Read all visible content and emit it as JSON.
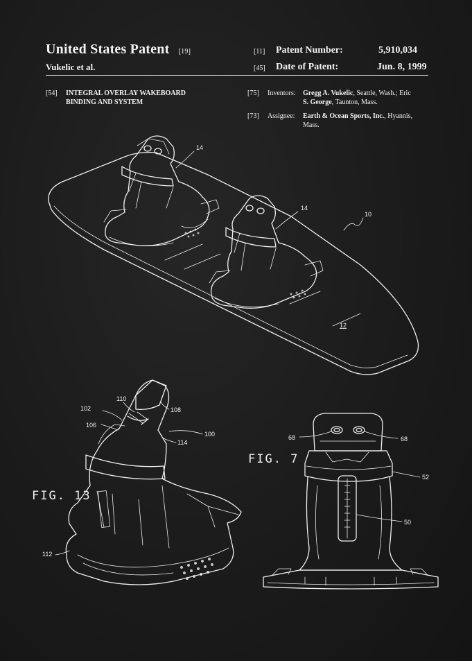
{
  "header": {
    "title": "United States Patent",
    "title_code": "[19]",
    "inventor_short": "Vukelic et al.",
    "patent_number_code": "[11]",
    "patent_number_label": "Patent Number:",
    "patent_number": "5,910,034",
    "date_code": "[45]",
    "date_label": "Date of Patent:",
    "date": "Jun. 8, 1999"
  },
  "meta": {
    "title_code": "[54]",
    "title_line1": "INTEGRAL OVERLAY WAKEBOARD",
    "title_line2": "BINDING AND SYSTEM",
    "inventors_code": "[75]",
    "inventors_label": "Inventors:",
    "inventors_line1_name": "Gregg A. Vukelic",
    "inventors_line1_rest": ", Seattle, Wash.; Eric",
    "inventors_line2_name": "S. George",
    "inventors_line2_rest": ", Taunton, Mass.",
    "assignee_code": "[73]",
    "assignee_label": "Assignee:",
    "assignee_line1_name": "Earth & Ocean Sports, Inc.",
    "assignee_line1_rest": ", Hyannis,",
    "assignee_line2": "Mass."
  },
  "figures": {
    "main_refs": {
      "binding_left": "14",
      "binding_right": "14",
      "assembly": "10",
      "board": "12"
    },
    "fig13": {
      "label": "FIG. 13",
      "refs": [
        "110",
        "102",
        "108",
        "106",
        "100",
        "114",
        "112"
      ]
    },
    "fig7": {
      "label": "FIG. 7",
      "refs": [
        "68",
        "68",
        "52",
        "50"
      ]
    }
  },
  "colors": {
    "background": "#1c1c1c",
    "ink": "#f0f0f0"
  }
}
